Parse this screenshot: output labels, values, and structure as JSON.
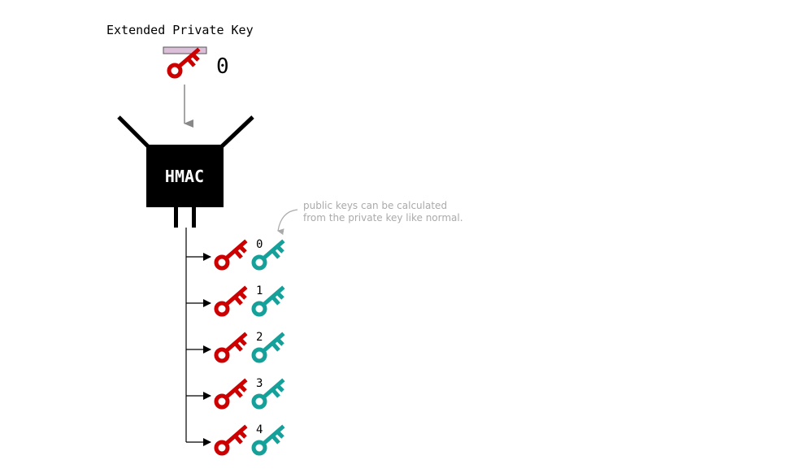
{
  "title": "Extended Private Key",
  "parent_index": "0",
  "function_label": "HMAC",
  "annotation": {
    "line1": "public keys can be calculated",
    "line2": "from the private key like normal."
  },
  "children": [
    {
      "index": "0"
    },
    {
      "index": "1"
    },
    {
      "index": "2"
    },
    {
      "index": "3"
    },
    {
      "index": "4"
    }
  ],
  "colors": {
    "private_key": "#cc0000",
    "public_key": "#16a09a",
    "chain_code": "#dbbfd9",
    "hmac_box": "#000000",
    "arrow_grey": "#888888",
    "annotation_text": "#aaaaaa"
  }
}
